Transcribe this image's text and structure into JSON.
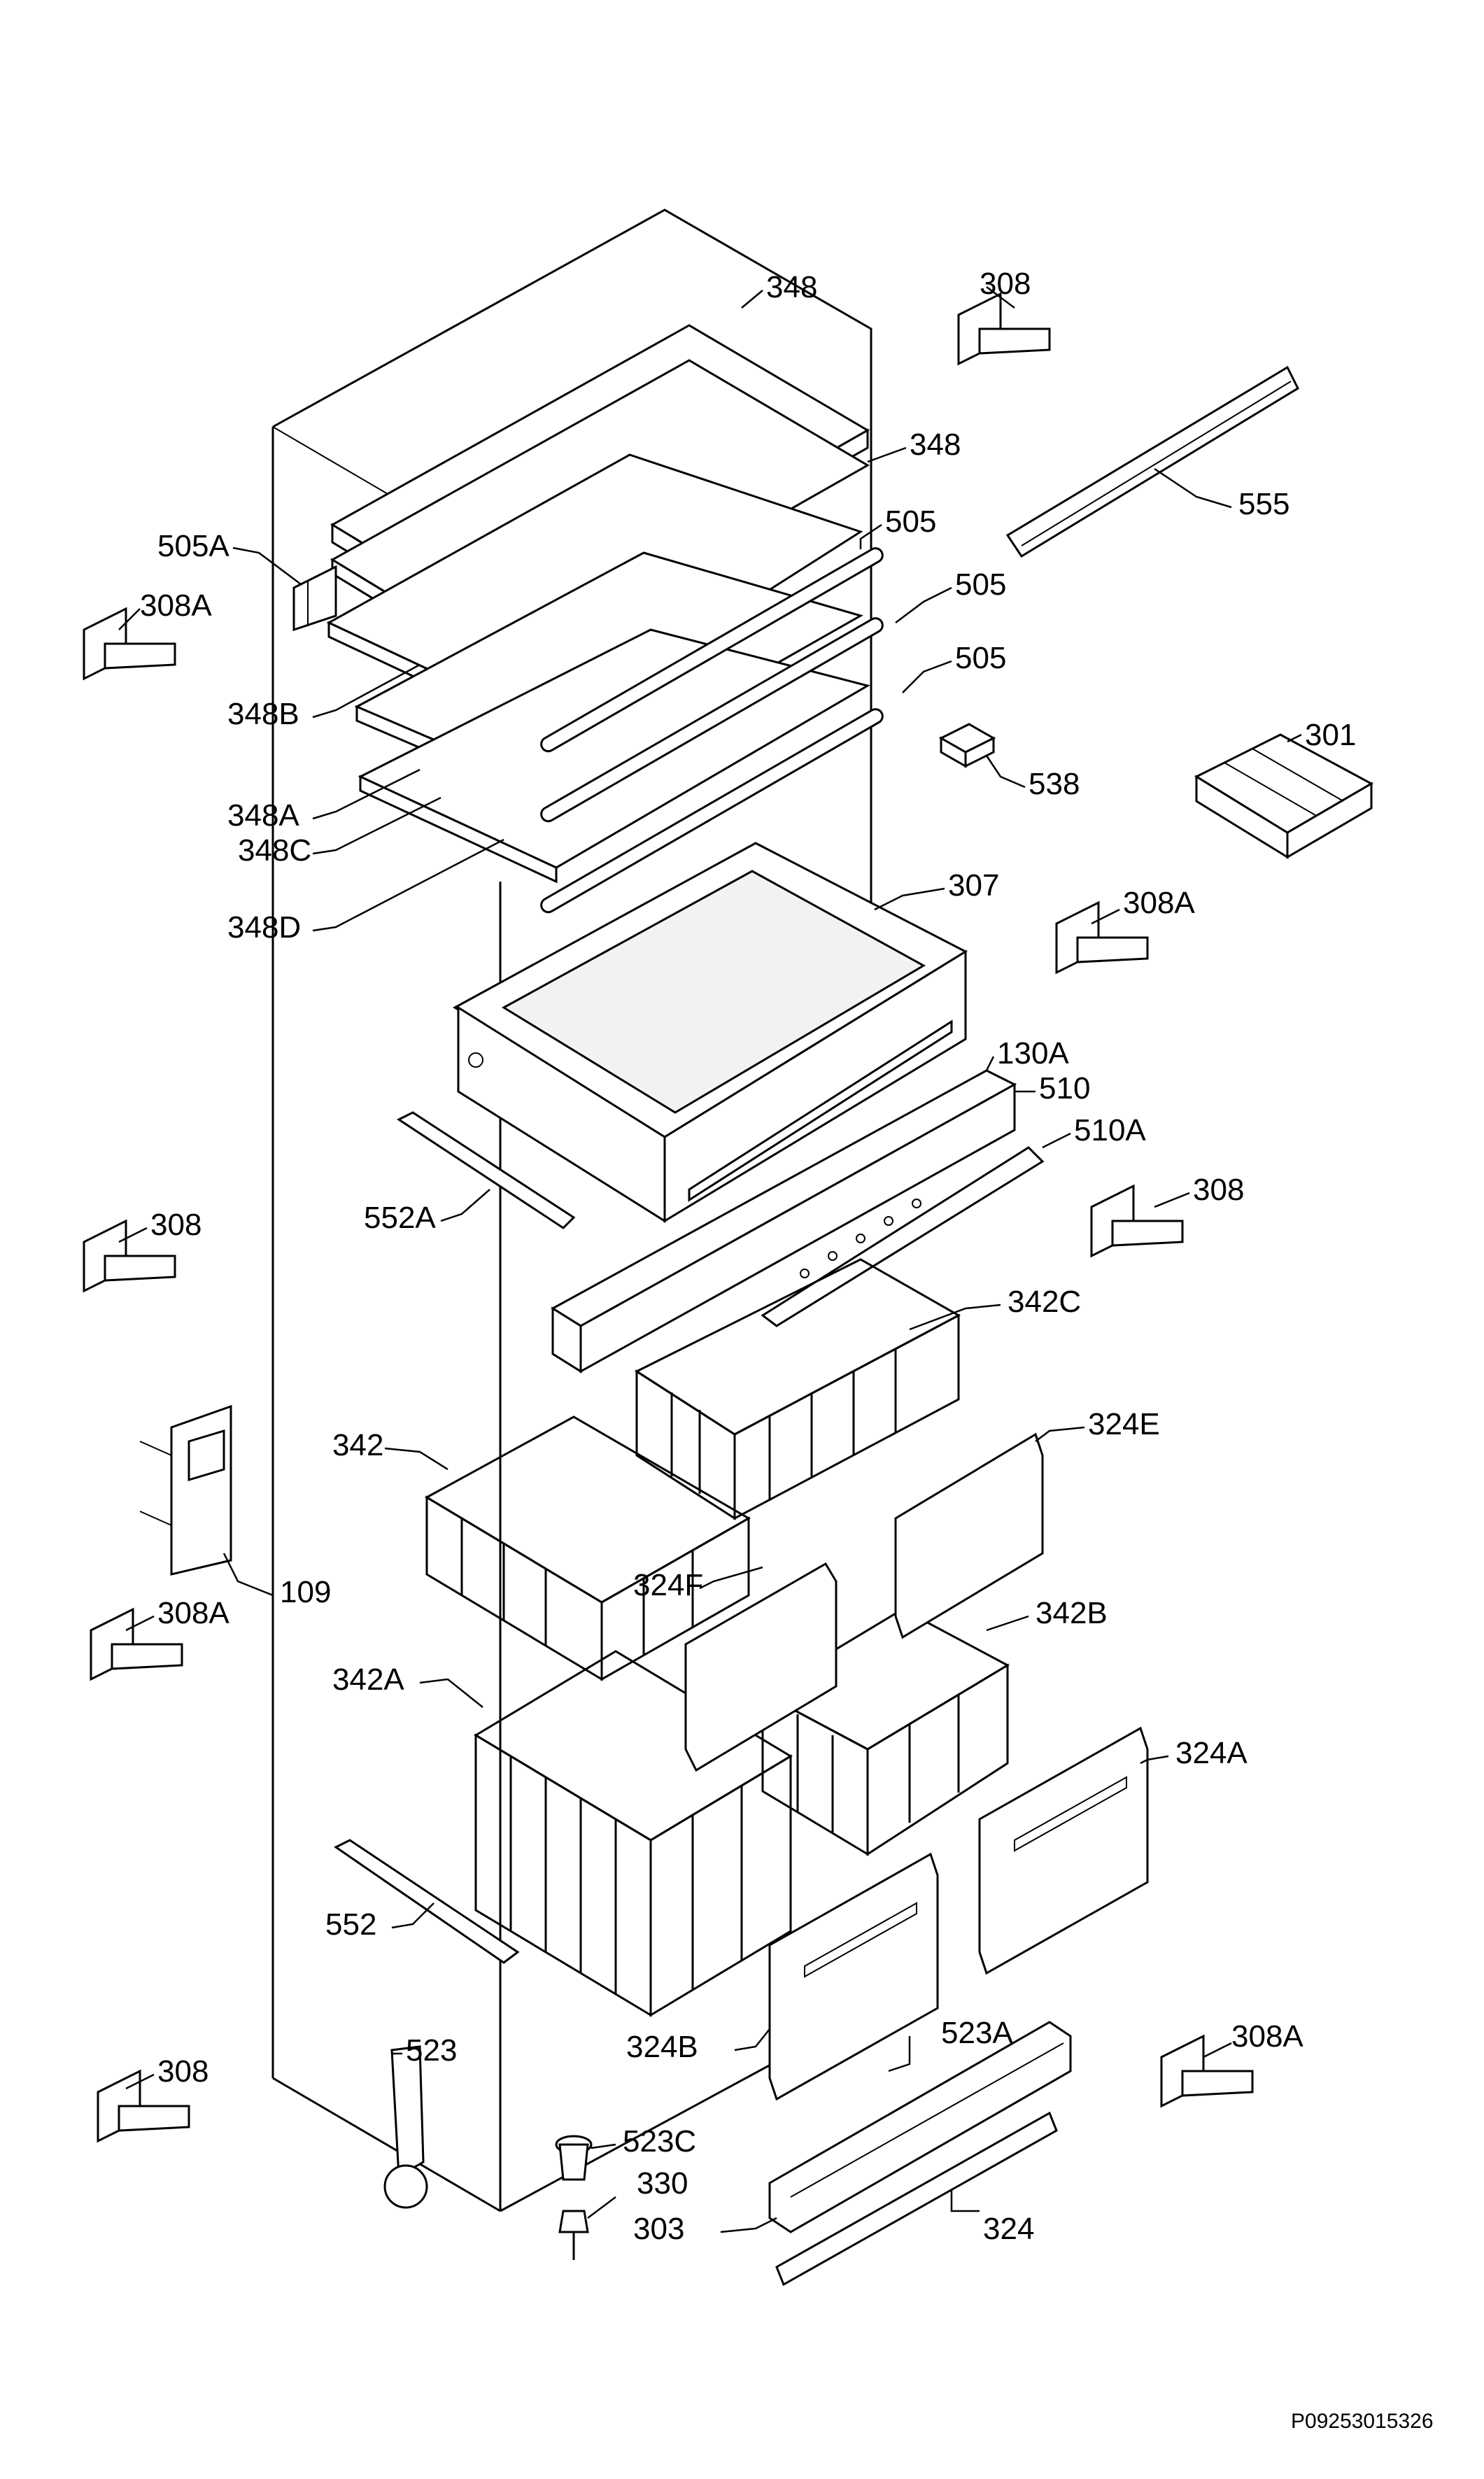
{
  "diagram": {
    "reference_code": "P09253015326",
    "labels": {
      "l348_top": "348",
      "l348_2": "348",
      "l308_tr": "308",
      "l555": "555",
      "l505a": "505A",
      "l505_1": "505",
      "l505_2": "505",
      "l505_3": "505",
      "l308a_l1": "308A",
      "l348b": "348B",
      "l538": "538",
      "l301": "301",
      "l348a": "348A",
      "l348c": "348C",
      "l348d": "348D",
      "l307": "307",
      "l308a_r1": "308A",
      "l130a": "130A",
      "l510": "510",
      "l510a": "510A",
      "l308_r2": "308",
      "l552a": "552A",
      "l308_l2": "308",
      "l342c": "342C",
      "l342": "342",
      "l324e": "324E",
      "l109": "109",
      "l308a_l3": "308A",
      "l324f": "324F",
      "l342b": "342B",
      "l342a": "342A",
      "l324a": "324A",
      "l552": "552",
      "l324b": "324B",
      "l523": "523",
      "l523a": "523A",
      "l308a_r3": "308A",
      "l308_l4": "308",
      "l523c": "523C",
      "l330": "330",
      "l303": "303",
      "l324": "324"
    }
  }
}
